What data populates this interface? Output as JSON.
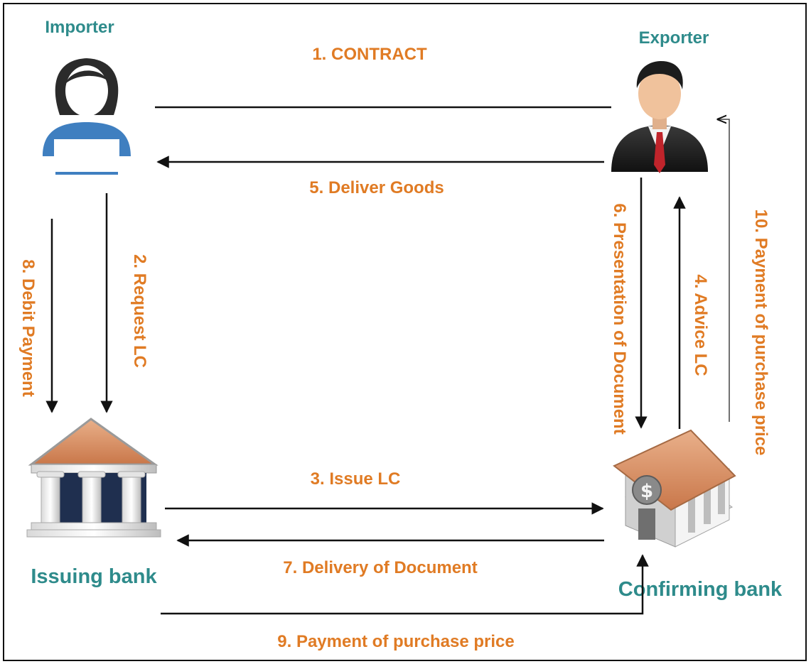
{
  "actors": {
    "importer": "Importer",
    "exporter": "Exporter",
    "issuing_bank": "Issuing bank",
    "confirming_bank": "Confirming  bank"
  },
  "steps": {
    "s1": "1. CONTRACT",
    "s2": "2. Request LC",
    "s3": "3. Issue LC",
    "s4": "4. Advice LC",
    "s5": "5. Deliver Goods",
    "s6": "6. Presentation of  Document",
    "s7": "7. Delivery of Document",
    "s8": "8. Debit Payment",
    "s9": "9. Payment of purchase price",
    "s10": "10. Payment of purchase price"
  },
  "colors": {
    "actor_label": "#2e8b8b",
    "step_label": "#e07b24",
    "arrow": "#111111",
    "importer_shirt": "#3f7fc0",
    "bank_roof": "#d9925f"
  },
  "icons": {
    "importer": "woman-user-icon",
    "exporter": "businessman-icon",
    "issuing_bank": "classical-bank-building-icon",
    "confirming_bank": "bank-house-dollar-icon"
  }
}
